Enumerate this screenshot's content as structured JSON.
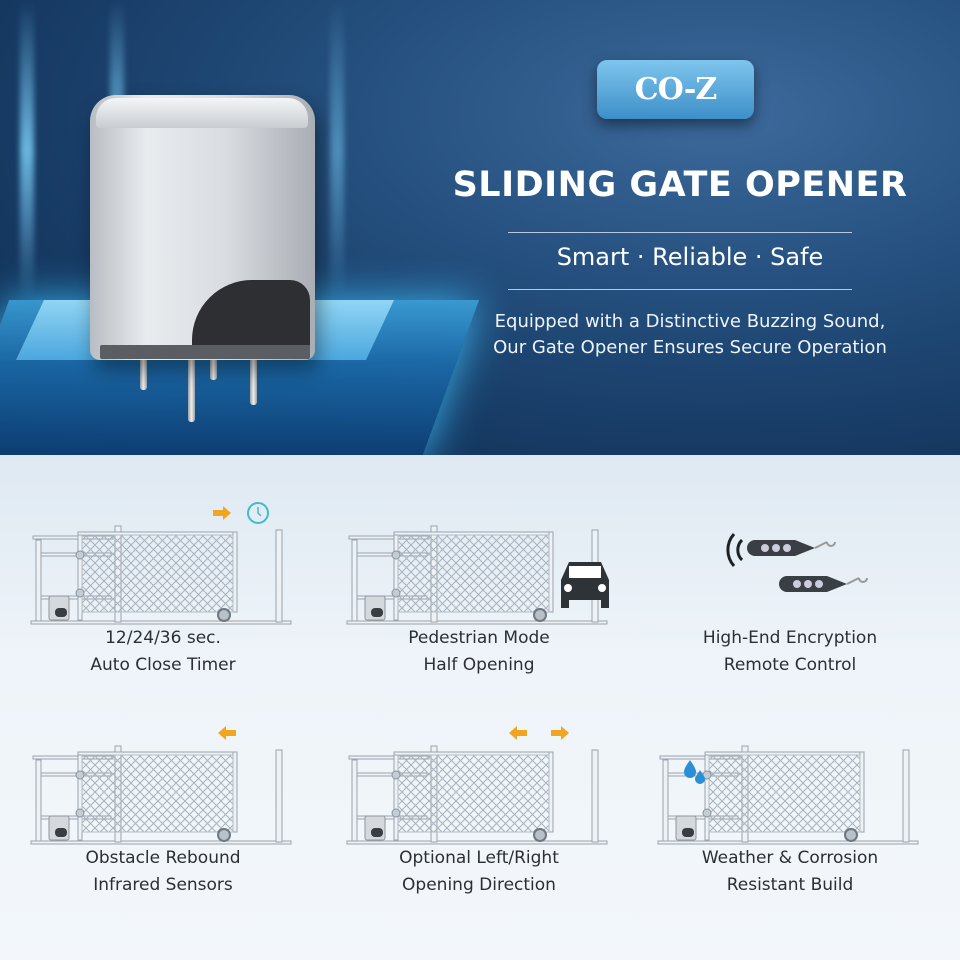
{
  "brand": {
    "logo_text": "CO-Z"
  },
  "hero": {
    "title": "SLIDING GATE OPENER",
    "tagline": "Smart · Reliable · Safe",
    "description": [
      "Equipped with a Distinctive Buzzing Sound,",
      "Our Gate Opener Ensures Secure Operation"
    ]
  },
  "features": [
    {
      "line1": "12/24/36 sec.",
      "line2": "Auto Close Timer",
      "icon": "clock-icon"
    },
    {
      "line1": "Pedestrian Mode",
      "line2": "Half Opening",
      "icon": "car-icon"
    },
    {
      "line1": "High-End Encryption",
      "line2": "Remote Control",
      "icon": "remote-icon"
    },
    {
      "line1": "Obstacle Rebound",
      "line2": "Infrared Sensors",
      "icon": "arrow-left-icon"
    },
    {
      "line1": "Optional Left/Right",
      "line2": "Opening Direction",
      "icon": "arrows-both-icon"
    },
    {
      "line1": "Weather & Corrosion",
      "line2": "Resistant Build",
      "icon": "water-drop-icon"
    }
  ],
  "colors": {
    "hero_bg": "#1f4a78",
    "accent_arrow": "#f2a51f",
    "clock": "#3fbcc8",
    "drop": "#2a8fd6"
  }
}
